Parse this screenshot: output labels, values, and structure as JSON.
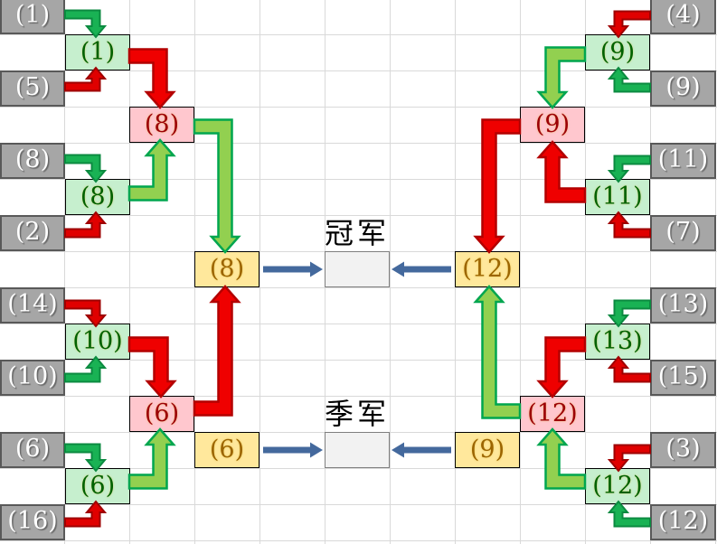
{
  "labels": {
    "champion": "冠军",
    "third_place": "季军"
  },
  "colors": {
    "grid_line": "#d9d9d9",
    "gray_box_fill": "#a6a6a6",
    "gray_box_border": "#595959",
    "gray_box_text": "#ffffff",
    "green_box_fill": "#c6efce",
    "green_box_text": "#006100",
    "pink_box_fill": "#ffc7ce",
    "pink_box_text": "#9c0006",
    "yellow_box_fill": "#ffe89c",
    "yellow_box_text": "#9c6500",
    "final_box_fill": "#f2f2f2",
    "final_box_border": "#7f7f7f",
    "win_small_fill": "#19b254",
    "win_small_border": "#0b8a40",
    "lose_small_fill": "#e00000",
    "lose_small_border": "#9e0000",
    "win_big_fill": "#92d050",
    "win_big_border": "#00a64f",
    "lose_big_fill": "#ef0000",
    "lose_big_border": "#b30000",
    "final_arrow": "#44699d"
  },
  "boxes": [
    {
      "id": "s1",
      "label": "(1)",
      "kind": "seed"
    },
    {
      "id": "r1_1",
      "label": "(1)",
      "kind": "round1"
    },
    {
      "id": "s5",
      "label": "(5)",
      "kind": "seed"
    },
    {
      "id": "r2_8",
      "label": "(8)",
      "kind": "round2"
    },
    {
      "id": "s8",
      "label": "(8)",
      "kind": "seed"
    },
    {
      "id": "r1_8",
      "label": "(8)",
      "kind": "round1"
    },
    {
      "id": "s2",
      "label": "(2)",
      "kind": "seed"
    },
    {
      "id": "f8",
      "label": "(8)",
      "kind": "finalist"
    },
    {
      "id": "s14",
      "label": "(14)",
      "kind": "seed"
    },
    {
      "id": "r1_10",
      "label": "(10)",
      "kind": "round1"
    },
    {
      "id": "s10",
      "label": "(10)",
      "kind": "seed"
    },
    {
      "id": "r2_6",
      "label": "(6)",
      "kind": "round2"
    },
    {
      "id": "s6",
      "label": "(6)",
      "kind": "seed"
    },
    {
      "id": "f6",
      "label": "(6)",
      "kind": "finalist"
    },
    {
      "id": "r1_6",
      "label": "(6)",
      "kind": "round1"
    },
    {
      "id": "s16",
      "label": "(16)",
      "kind": "seed"
    },
    {
      "id": "s4",
      "label": "(4)",
      "kind": "seed"
    },
    {
      "id": "r1_9",
      "label": "(9)",
      "kind": "round1"
    },
    {
      "id": "s9",
      "label": "(9)",
      "kind": "seed"
    },
    {
      "id": "r2_9",
      "label": "(9)",
      "kind": "round2"
    },
    {
      "id": "s11",
      "label": "(11)",
      "kind": "seed"
    },
    {
      "id": "r1_11",
      "label": "(11)",
      "kind": "round1"
    },
    {
      "id": "s7",
      "label": "(7)",
      "kind": "seed"
    },
    {
      "id": "f12",
      "label": "(12)",
      "kind": "finalist"
    },
    {
      "id": "s13",
      "label": "(13)",
      "kind": "seed"
    },
    {
      "id": "r1_13",
      "label": "(13)",
      "kind": "round1"
    },
    {
      "id": "s15",
      "label": "(15)",
      "kind": "seed"
    },
    {
      "id": "r2_12",
      "label": "(12)",
      "kind": "round2"
    },
    {
      "id": "s3",
      "label": "(3)",
      "kind": "seed"
    },
    {
      "id": "f9",
      "label": "(9)",
      "kind": "finalist"
    },
    {
      "id": "r1_12",
      "label": "(12)",
      "kind": "round1"
    },
    {
      "id": "s12",
      "label": "(12)",
      "kind": "seed"
    }
  ],
  "slots": {
    "champion_value": "",
    "third_value": ""
  },
  "edges": [
    {
      "from": "s1",
      "to": "r1_1",
      "result": "win",
      "weight": "thin"
    },
    {
      "from": "s5",
      "to": "r1_1",
      "result": "lose",
      "weight": "thin"
    },
    {
      "from": "r1_1",
      "to": "r2_8",
      "result": "lose",
      "weight": "thick"
    },
    {
      "from": "s8",
      "to": "r1_8",
      "result": "win",
      "weight": "thin"
    },
    {
      "from": "s2",
      "to": "r1_8",
      "result": "lose",
      "weight": "thin"
    },
    {
      "from": "r1_8",
      "to": "r2_8",
      "result": "win",
      "weight": "thick"
    },
    {
      "from": "r2_8",
      "to": "f8",
      "result": "win",
      "weight": "thick"
    },
    {
      "from": "r2_6",
      "to": "f8",
      "result": "lose",
      "weight": "thick"
    },
    {
      "from": "s14",
      "to": "r1_10",
      "result": "lose",
      "weight": "thin"
    },
    {
      "from": "s10",
      "to": "r1_10",
      "result": "win",
      "weight": "thin"
    },
    {
      "from": "r1_10",
      "to": "r2_6",
      "result": "lose",
      "weight": "thick"
    },
    {
      "from": "s6",
      "to": "r1_6",
      "result": "win",
      "weight": "thin"
    },
    {
      "from": "s16",
      "to": "r1_6",
      "result": "lose",
      "weight": "thin"
    },
    {
      "from": "r1_6",
      "to": "r2_6",
      "result": "win",
      "weight": "thick"
    },
    {
      "from": "s4",
      "to": "r1_9",
      "result": "lose",
      "weight": "thin"
    },
    {
      "from": "s9",
      "to": "r1_9",
      "result": "win",
      "weight": "thin"
    },
    {
      "from": "r1_9",
      "to": "r2_9",
      "result": "win",
      "weight": "thick"
    },
    {
      "from": "s11",
      "to": "r1_11",
      "result": "win",
      "weight": "thin"
    },
    {
      "from": "s7",
      "to": "r1_11",
      "result": "lose",
      "weight": "thin"
    },
    {
      "from": "r1_11",
      "to": "r2_9",
      "result": "lose",
      "weight": "thick"
    },
    {
      "from": "r2_9",
      "to": "f12",
      "result": "lose",
      "weight": "thick"
    },
    {
      "from": "r2_12",
      "to": "f12",
      "result": "win",
      "weight": "thick"
    },
    {
      "from": "s13",
      "to": "r1_13",
      "result": "win",
      "weight": "thin"
    },
    {
      "from": "s15",
      "to": "r1_13",
      "result": "lose",
      "weight": "thin"
    },
    {
      "from": "r1_13",
      "to": "r2_12",
      "result": "lose",
      "weight": "thick"
    },
    {
      "from": "s3",
      "to": "r1_12",
      "result": "lose",
      "weight": "thin"
    },
    {
      "from": "s12",
      "to": "r1_12",
      "result": "win",
      "weight": "thin"
    },
    {
      "from": "r1_12",
      "to": "r2_12",
      "result": "win",
      "weight": "thick"
    },
    {
      "from": "f8",
      "to": "champion_slot",
      "result": "final",
      "weight": "final"
    },
    {
      "from": "f12",
      "to": "champion_slot",
      "result": "final",
      "weight": "final"
    },
    {
      "from": "f6",
      "to": "third_slot",
      "result": "final",
      "weight": "final"
    },
    {
      "from": "f9",
      "to": "third_slot",
      "result": "final",
      "weight": "final"
    }
  ]
}
